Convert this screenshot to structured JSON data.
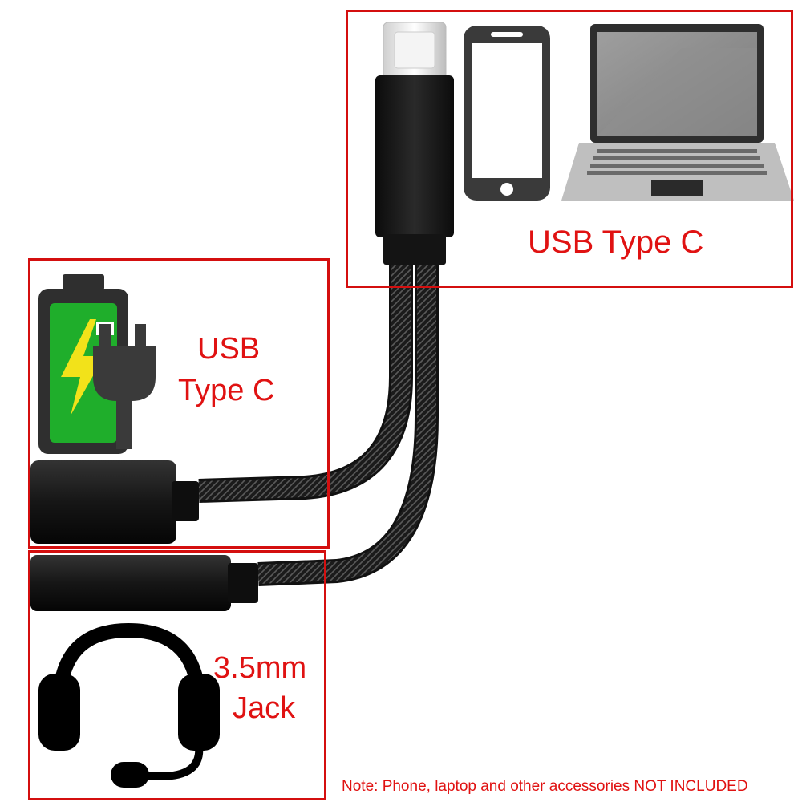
{
  "labels": {
    "top_usb": "USB Type C",
    "charge_usb_line1": "USB",
    "charge_usb_line2": "Type C",
    "jack_line1": "3.5mm",
    "jack_line2": "Jack"
  },
  "note": "Note: Phone, laptop and other accessories NOT INCLUDED",
  "colors": {
    "frame_red": "#d40f0f",
    "label_red": "#e01212",
    "battery_green": "#1fae2b",
    "bolt_yellow": "#f2e21a",
    "cable_black": "#1a1a1a",
    "device_gray": "#3a3a3a"
  },
  "icons": [
    "usb-c-plug-icon",
    "smartphone-icon",
    "laptop-icon",
    "battery-charging-icon",
    "power-plug-icon",
    "headset-icon"
  ]
}
